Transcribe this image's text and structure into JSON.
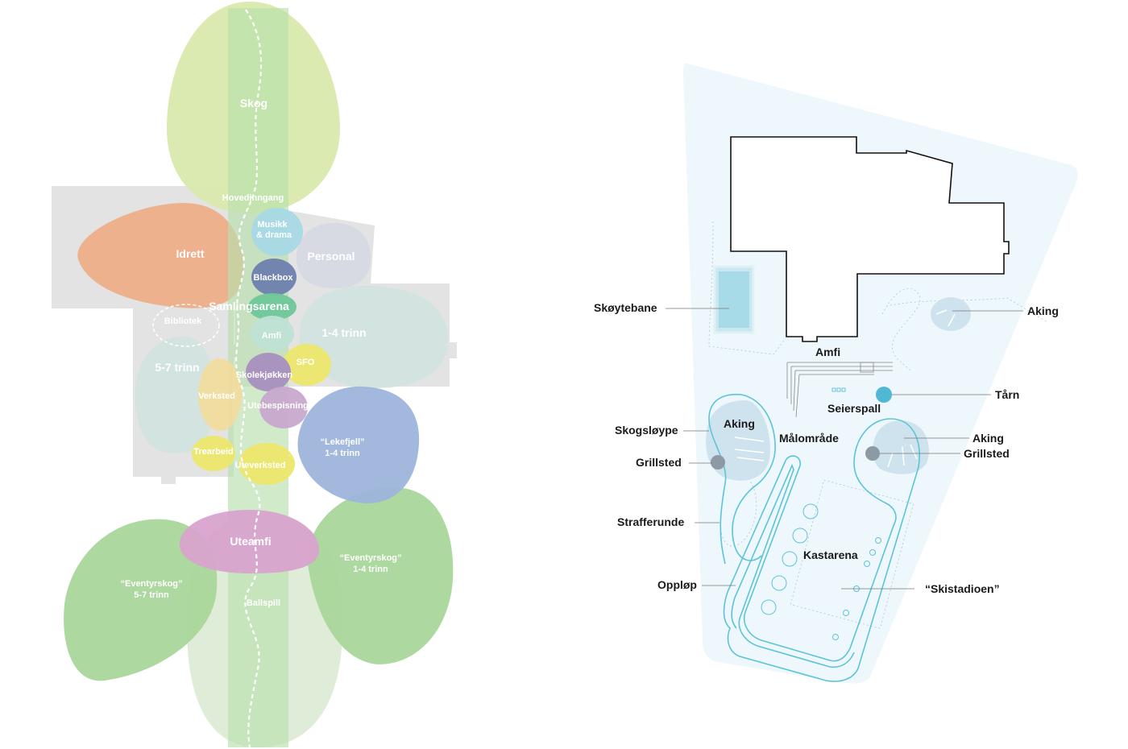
{
  "left_diagram": {
    "zones": {
      "skog": "Skog",
      "hovedinngang": "Hovedinngang",
      "idrett": "Idrett",
      "musikk1": "Musikk",
      "musikk2": "& drama",
      "personal": "Personal",
      "blackbox": "Blackbox",
      "samlingsarena": "Samlingsarena",
      "bibliotek": "Bibliotek",
      "amfi": "Amfi",
      "trinn14": "1-4 trinn",
      "trinn57": "5-7 trinn",
      "sfo": "SFO",
      "skolekjokken": "Skolekjøkken",
      "verksted": "Verksted",
      "utebespisning": "Utebespisning",
      "lekefjell1": "“Lekefjell”",
      "lekefjell2": "1-4 trinn",
      "trearbeid": "Trearbeid",
      "uteverksted": "Uteverksted",
      "uteamfi": "Uteamfi",
      "eventyr57_1": "“Eventyrskog”",
      "eventyr57_2": "5-7 trinn",
      "eventyr14_1": "“Eventyrskog”",
      "eventyr14_2": "1-4 trinn",
      "ballspill": "Ballspill"
    }
  },
  "right_map": {
    "labels": {
      "skoytebane": "Skøytebane",
      "aking_top": "Aking",
      "amfi": "Amfi",
      "tarn": "Tårn",
      "seierspall": "Seierspall",
      "skogsloype": "Skogsløype",
      "aking_left": "Aking",
      "malomrade": "Målområde",
      "aking_right": "Aking",
      "grillsted_left": "Grillsted",
      "grillsted_right": "Grillsted",
      "strafferunde": "Strafferunde",
      "kastarena": "Kastarena",
      "opplop": "Oppløp",
      "skistadioen": "“Skistadioen”"
    }
  }
}
